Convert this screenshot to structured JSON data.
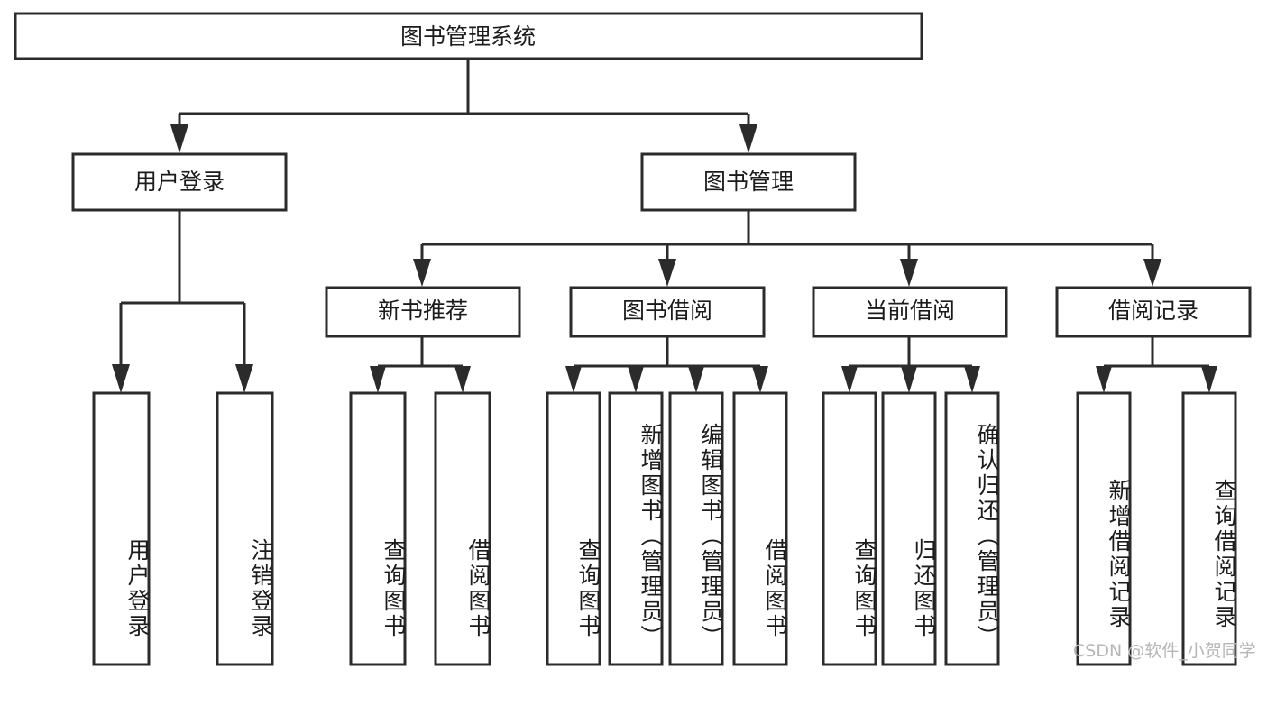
{
  "diagram": {
    "title": "图书管理系统",
    "root": {
      "id": "root",
      "label": "图书管理系统"
    },
    "level2": [
      {
        "id": "user-login",
        "label": "用户登录"
      },
      {
        "id": "book-manage",
        "label": "图书管理"
      }
    ],
    "level3": [
      {
        "id": "new-book-rec",
        "label": "新书推荐"
      },
      {
        "id": "book-borrow",
        "label": "图书借阅"
      },
      {
        "id": "current-borrow",
        "label": "当前借阅"
      },
      {
        "id": "borrow-record",
        "label": "借阅记录"
      }
    ],
    "leaves": [
      {
        "id": "leaf-user-login",
        "label": "用户登录",
        "parent": "user-login"
      },
      {
        "id": "leaf-logout",
        "label": "注销登录",
        "parent": "user-login"
      },
      {
        "id": "leaf-query-book-1",
        "label": "查询图书",
        "parent": "new-book-rec"
      },
      {
        "id": "leaf-borrow-book-1",
        "label": "借阅图书",
        "parent": "new-book-rec"
      },
      {
        "id": "leaf-query-book-2",
        "label": "查询图书",
        "parent": "book-borrow"
      },
      {
        "id": "leaf-add-book",
        "label": "新增图书（管理员）",
        "parent": "book-borrow"
      },
      {
        "id": "leaf-edit-book",
        "label": "编辑图书（管理员）",
        "parent": "book-borrow"
      },
      {
        "id": "leaf-borrow-book-2",
        "label": "借阅图书",
        "parent": "book-borrow"
      },
      {
        "id": "leaf-query-book-3",
        "label": "查询图书",
        "parent": "current-borrow"
      },
      {
        "id": "leaf-return-book",
        "label": "归还图书",
        "parent": "current-borrow"
      },
      {
        "id": "leaf-confirm-return",
        "label": "确认归还（管理员）",
        "parent": "current-borrow"
      },
      {
        "id": "leaf-add-record",
        "label": "新增借阅记录",
        "parent": "borrow-record"
      },
      {
        "id": "leaf-query-record",
        "label": "查询借阅记录",
        "parent": "borrow-record"
      }
    ],
    "watermark": "CSDN @软件_小贺同学",
    "colors": {
      "box_stroke": "#2b2b2b",
      "box_fill": "#ffffff",
      "text": "#1b1b1b",
      "background": "#ffffff",
      "watermark": "#b6b6b6"
    }
  }
}
